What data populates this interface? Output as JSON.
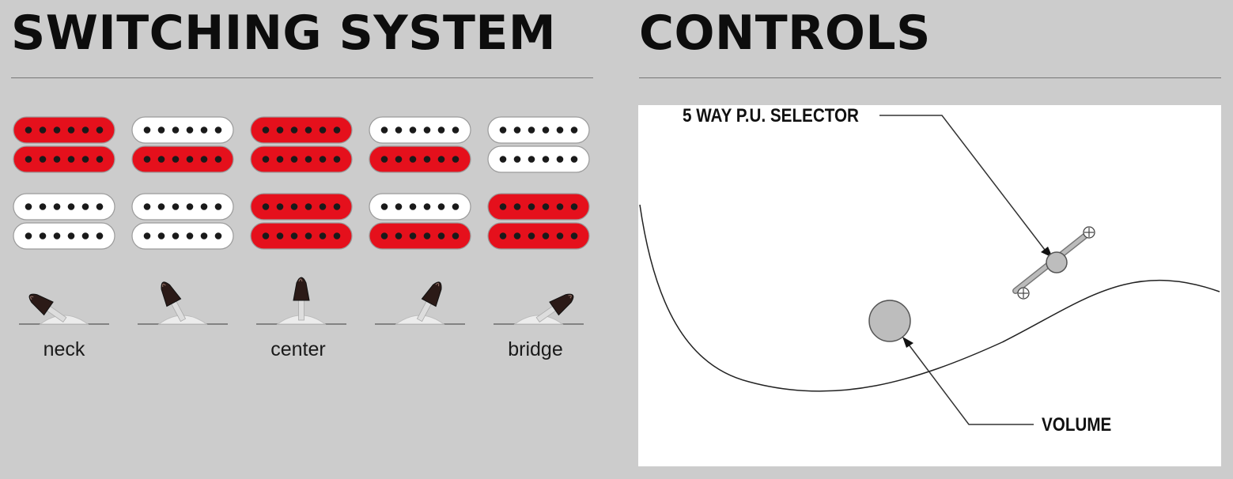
{
  "switching": {
    "title": "SWITCHING SYSTEM",
    "colors": {
      "active": "#e5101c",
      "inactive": "#ffffff",
      "pole": "#1a1a1a",
      "outline": "#9a9a9a"
    },
    "positions": [
      {
        "label": "neck",
        "pickups": [
          [
            "active",
            "active"
          ],
          [
            "inactive",
            "inactive"
          ]
        ]
      },
      {
        "label": "",
        "pickups": [
          [
            "inactive",
            "active"
          ],
          [
            "inactive",
            "inactive"
          ]
        ]
      },
      {
        "label": "center",
        "pickups": [
          [
            "active",
            "active"
          ],
          [
            "active",
            "active"
          ]
        ]
      },
      {
        "label": "",
        "pickups": [
          [
            "inactive",
            "active"
          ],
          [
            "inactive",
            "active"
          ]
        ]
      },
      {
        "label": "bridge",
        "pickups": [
          [
            "inactive",
            "inactive"
          ],
          [
            "active",
            "active"
          ]
        ]
      }
    ]
  },
  "controls": {
    "title": "CONTROLS",
    "selector_label": "5 WAY P.U. SELECTOR",
    "volume_label": "VOLUME"
  }
}
